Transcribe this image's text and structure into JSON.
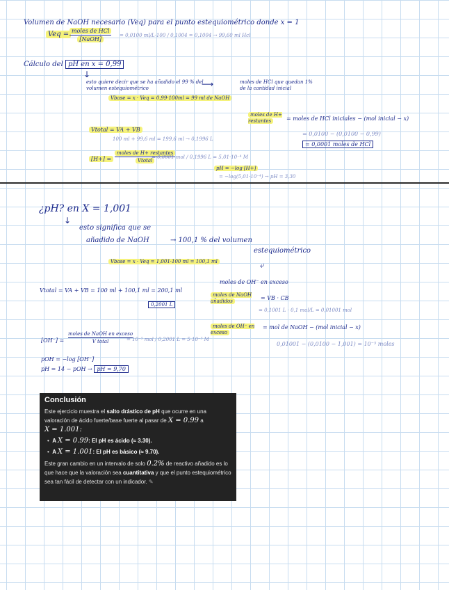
{
  "top": {
    "bullet1": "Volumen de NaOH necesario (Veq) para el punto estequiométrico donde x = 1",
    "veq_label": "Veq =",
    "veq_num": "moles de HCl",
    "veq_den": "[NaOH]",
    "veq_rest": "= 0,0100 ml/L·100 / 0,1004 = 0,1004 → 99,60 ml Hcl",
    "bullet2": "Cálculo del",
    "ph_box": "pH en x = 0,99",
    "note1": "esto quiere decir que se ha añadido el 99 % del volumen estequiométrico",
    "note2": "moles de HCl que quedan 1% de la cantidad inicial",
    "vbase": "Vbase = x · Veq = 0,99·100ml = 99 ml de NaOH",
    "moles_lbl": "moles de H+ restantes",
    "moles_eq": "= moles de HCl iniciales − (mol inicial − x)",
    "moles_calc1": "= 0,0100 − (0,0100 − 0,99)",
    "moles_calc2": "= 0,0001 moles de HCl",
    "vtotal": "Vtotal = VA + VB",
    "vtotal_calc": "100 ml + 99,6 ml = 199,6 ml → 0,1996 L",
    "h_label": "[H+] =",
    "h_num": "moles de H+ restantes",
    "h_den": "Vtotal",
    "h_calc": "= 0,0001 mol / 0,1996 L = 5,01·10⁻⁴ M",
    "ph_eq": "pH = −log [H+]",
    "ph_calc": "= −log(5,01·10⁻⁴) → pH = 3,30"
  },
  "bottom": {
    "question": "¿pH? en X = 1,001",
    "means1": "esto significa que se",
    "means2": "añadido de NaOH",
    "means3": "→ 100,1 % del volumen",
    "means4": "estequiométrico",
    "vbase": "Vbase = x · Veq = 1,001·100 ml = 100,1 ml",
    "vtotal": "Vtotal = VA + VB = 100 ml + 100,1 ml = 200,1 ml",
    "vtotal_box": "0,2001 L",
    "oh_excess": "moles de OH⁻ en exceso",
    "naoh_added_lbl": "moles de NaOH añadidos",
    "naoh_added_eq": "= VB · CB",
    "naoh_added_calc": "= 0,1001 L · 0,1 mol/L = 0,01001 mol",
    "oh_lbl": "moles de OH⁻ en exceso",
    "oh_eq": "= mol de NaOH − (mol inicial − x)",
    "oh_calc": "0,01001 − (0,0100 − 1,001) = 10⁻⁵ moles",
    "coh_label": "[OH⁻] =",
    "coh_num": "moles de NaOH en exceso",
    "coh_den": "V total",
    "coh_calc": "= 10⁻⁵ mol / 0,2001 L = 5·10⁻⁵ M",
    "poh": "pOH = −log [OH⁻]",
    "ph": "pH = 14 − pOH →",
    "ph_box": "pH = 9,70"
  },
  "conclusion": {
    "title": "Conclusión",
    "p1_a": "Este ejercicio muestra el ",
    "p1_b": "salto drástico de pH",
    "p1_c": " que ocurre en una valoración de ácido fuerte/base fuerte al pasar de ",
    "p1_x1": "X = 0.99",
    "p1_d": " a",
    "p1_x2": "X = 1.001:",
    "b1_a": "A ",
    "b1_x": "X = 0.99",
    "b1_b": ": El pH es ácido (≈ 3.30).",
    "b2_a": "A ",
    "b2_x": "X = 1.001",
    "b2_b": ": El pH es básico (≈ 9.70).",
    "p2_a": "Este gran cambio en un intervalo de solo ",
    "p2_pct": "0.2%",
    "p2_b": " de reactivo añadido es lo que hace que la valoración sea ",
    "p2_c": "cuantitativa",
    "p2_d": " y que el punto estequiométrico sea tan fácil de detectar con un indicador.",
    "edit_icon": "pencil-icon"
  },
  "colors": {
    "ink": "#1c2a8c",
    "highlight": "#f5f27a",
    "grid": "#c7dcf0",
    "conclusion_bg": "#232323"
  }
}
